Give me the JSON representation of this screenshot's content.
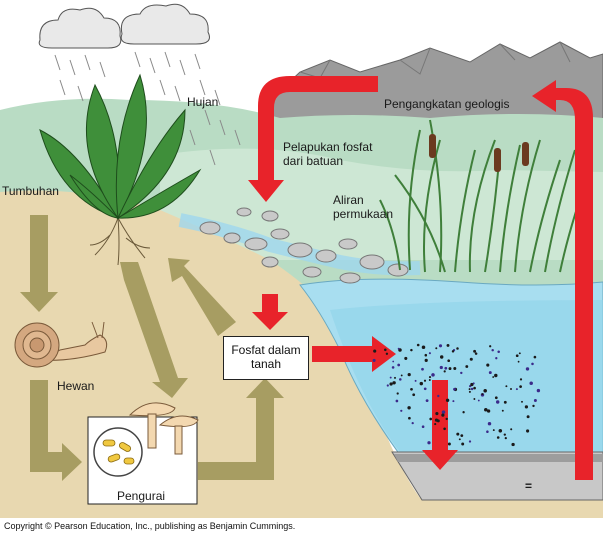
{
  "labels": {
    "rain": "Hujan",
    "plants": "Tumbuhan",
    "animals": "Hewan",
    "decomposers": "Pengurai",
    "weathering_line1": "Pelapukan fosfat",
    "weathering_line2": "dari batuan",
    "runoff_line1": "Aliran",
    "runoff_line2": "permukaan",
    "geologic_uplift": "Pengangkatan geologis",
    "soil_phosphate_line1": "Fosfat dalam",
    "soil_phosphate_line2": "tanah",
    "sediment_symbol": "="
  },
  "copyright": "Copyright © Pearson Education, Inc., publishing as Benjamin Cummings.",
  "colors": {
    "sky": "#ffffff",
    "mountains": "#9b9b9b",
    "hills": "#b9dcc4",
    "soil": "#e8d8b0",
    "water": "#a8def0",
    "water_deep": "#7ecfe8",
    "sediment": "#c8c8c8",
    "red_arrow": "#e8232a",
    "olive_arrow": "#a79d62",
    "leaf": "#3f8f3a"
  }
}
